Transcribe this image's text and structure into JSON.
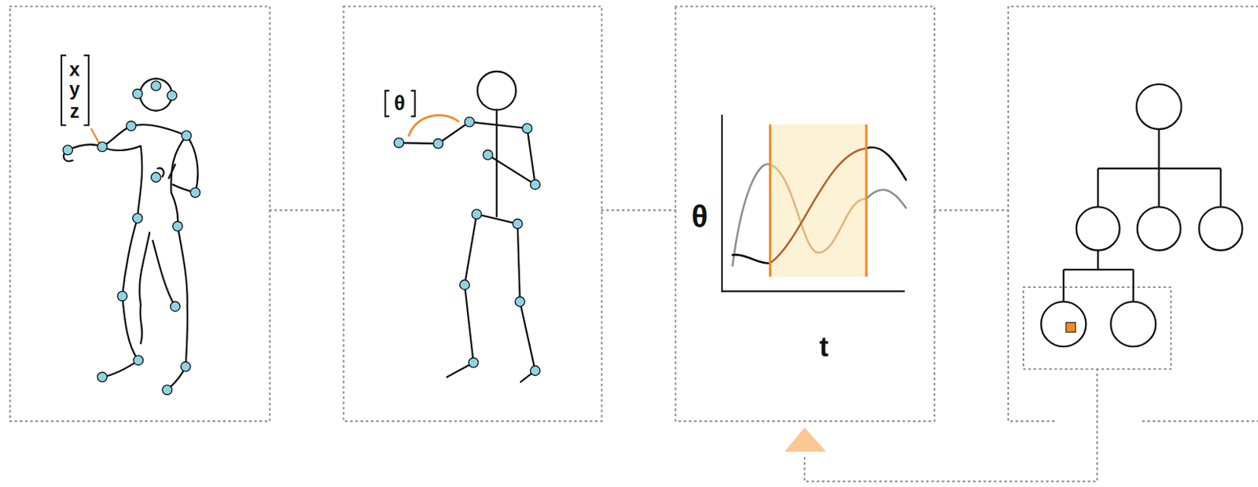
{
  "diagram": {
    "labels": [
      "x",
      "y",
      "z",
      "θ",
      "θ",
      "t"
    ]
  }
}
